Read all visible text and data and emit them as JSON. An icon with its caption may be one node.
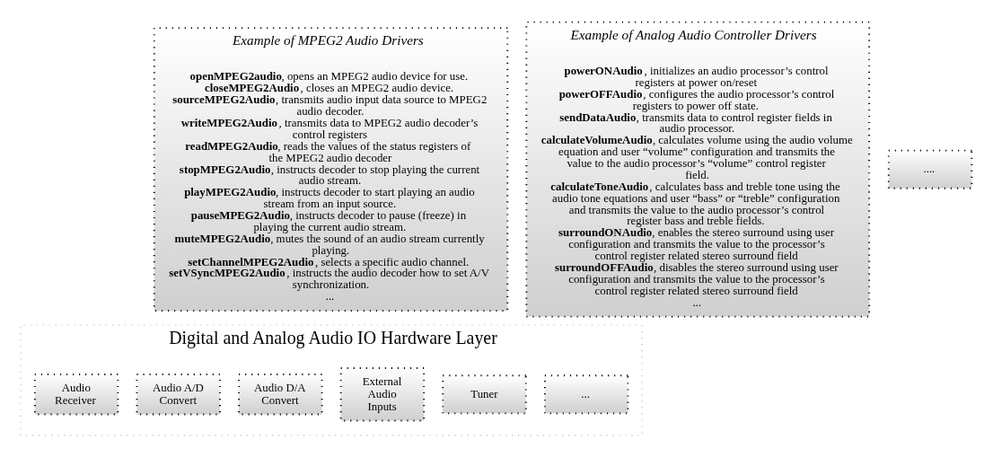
{
  "diagram": {
    "nodes": [
      {
        "text": [
          "Example of MPEG2 Audio Drivers",
          "**openMPEG2audio**, opens an MPEG2 audio device for use.",
          "**closeMPEG2Audio**, closes an MPEG2 audio device.",
          "**sourceMPEG2Audio**, transmits audio input data source to MPEG2 audio decoder.",
          "**writeMPEG2Audio**, transmits data to MPEG2 audio decoder’s control registers",
          "**readMPEG2Audio**, reads the values of the status registers of the MPEG2 audio decoder",
          "**stopMPEG2Audio**, instructs decoder to stop playing the current audio stream.",
          "**playMPEG2Audio**, instructs decoder to start playing an audio stream from an input source.",
          "**pauseMPEG2Audio**, instructs decoder to pause (freeze) in playing the current audio stream.",
          "**muteMPEG2Audio**, mutes the sound of an audio stream currently playing.",
          "**setChannelMPEG2Audio**, selects a specific audio channel.",
          "**setVSyncMPEG2Audio**, instructs the audio decoder how to set A/V synchronization.",
          "..."
        ]
      },
      {
        "text": [
          "Example of Analog Audio Controller Drivers",
          "**powerONAudio**, initializes an audio processor’s control registers at power on/reset",
          "**powerOFFAudio**, configures the audio processor’s control registers to power off state.",
          "**sendDataAudio**, transmits data to control register fields in audio processor.",
          "**calculateVolumeAudio**, calculates volume using the audio volume equation and user “volume” configuration and transmits the value to the audio processor’s “volume” control register field.",
          "**calculateToneAudio**, calculates bass and treble tone using the audio tone equations and user “bass” or “treble” configuration and transmits the value to the audio processor’s control register bass and treble fields.",
          "**surroundONAudio**, enables the stereo surround using user configuration and transmits the value to the processor’s control register related stereo surround field",
          "**surroundOFFAudio**, disables the stereo surround using user configuration and transmits the value to the processor’s control register related stereo surround field",
          "..."
        ]
      },
      {
        "text": [
          "...."
        ]
      },
      {
        "text": [
          "Digital and Analog Audio IO Hardware Layer"
        ]
      },
      {
        "text": [
          "Audio Receiver"
        ],
        "in": 3
      },
      {
        "text": [
          "Audio A/D Convert"
        ],
        "in": 3
      },
      {
        "text": [
          "Audio D/A Convert"
        ],
        "in": 3
      },
      {
        "text": [
          "External Audio Inputs"
        ],
        "in": 3
      },
      {
        "text": [
          "Tuner"
        ],
        "in": 3
      },
      {
        "text": [
          "..."
        ],
        "in": 3
      }
    ]
  }
}
